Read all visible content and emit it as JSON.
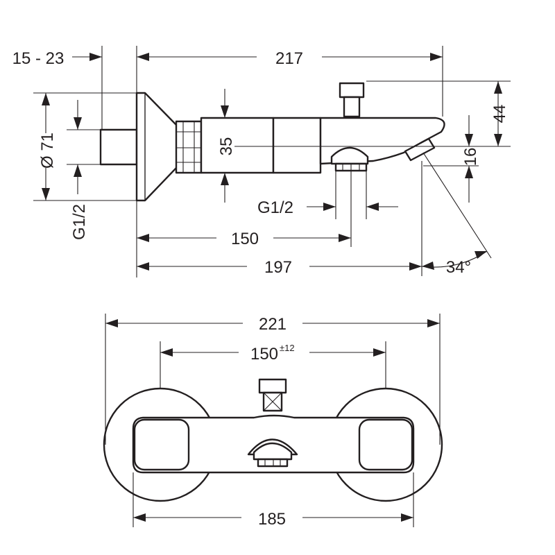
{
  "side_view": {
    "labels": {
      "wall_range": "15 - 23",
      "total_depth": "217",
      "height_top": "44",
      "spout_height": "35",
      "diameter": "Ø 71",
      "thread_left": "G1/2",
      "thread_right": "G1/2",
      "offset_16": "16",
      "depth_150": "150",
      "depth_197": "197",
      "angle": "34°"
    }
  },
  "top_view": {
    "labels": {
      "total_width": "221",
      "centers": "150",
      "centers_tolerance": "±12",
      "body_width": "185"
    }
  },
  "colors": {
    "ink": "#231f20",
    "background": "#ffffff"
  }
}
